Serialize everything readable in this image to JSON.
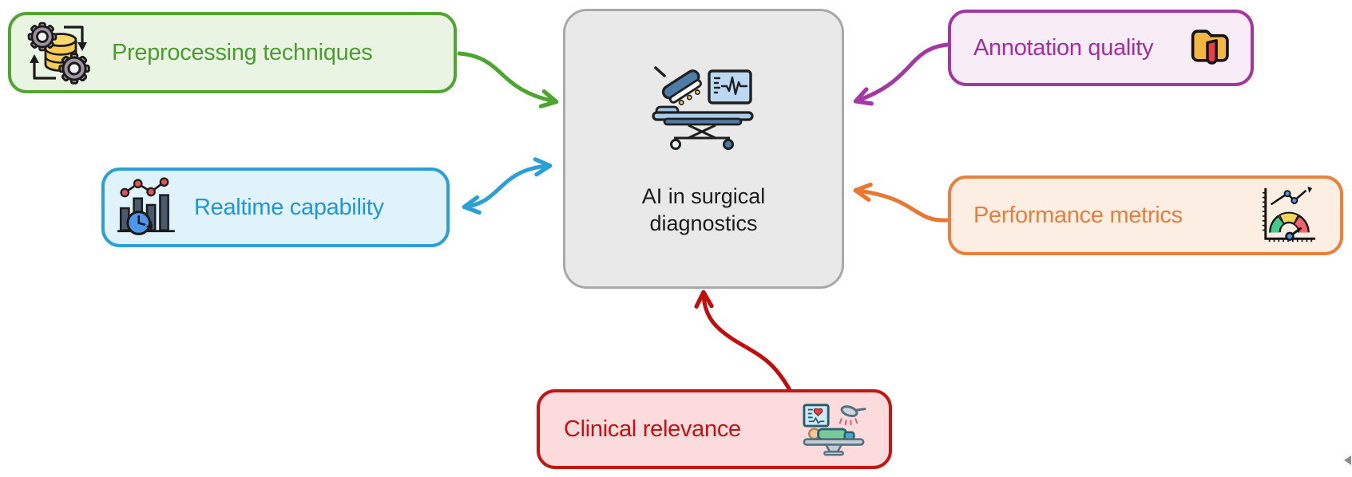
{
  "diagram": {
    "center": {
      "label_line1": "AI in surgical",
      "label_line2": "diagnostics",
      "icon": "surgical-table-monitor-icon",
      "bg": "#e9e9e9",
      "border": "#a8a8a8",
      "text_color": "#1b1b1b"
    },
    "nodes": [
      {
        "label": "Preprocessing techniques",
        "icon": "gears-database-icon",
        "position": "top-left",
        "icon_side": "left",
        "border": "#54a435",
        "bg": "#eaf4e2",
        "text_color": "#4c9c33"
      },
      {
        "label": "Realtime capability",
        "icon": "barchart-clock-icon",
        "position": "middle-left",
        "icon_side": "left",
        "border": "#2b9fd6",
        "bg": "#e0f3fb",
        "text_color": "#2097d5"
      },
      {
        "label": "Annotation quality",
        "icon": "folder-tag-icon",
        "position": "top-right",
        "icon_side": "right",
        "border": "#a337a0",
        "bg": "#f8ecf7",
        "text_color": "#a0309e"
      },
      {
        "label": "Performance metrics",
        "icon": "gauge-chart-icon",
        "position": "middle-right",
        "icon_side": "right",
        "border": "#e8803e",
        "bg": "#fceee3",
        "text_color": "#e87e3b"
      },
      {
        "label": "Clinical relevance",
        "icon": "patient-surgery-icon",
        "position": "bottom-center",
        "icon_side": "right",
        "border": "#c51414",
        "bg": "#fbdbdb",
        "text_color": "#c01313"
      }
    ],
    "edges": [
      {
        "from": "Preprocessing techniques",
        "to": "AI in surgical diagnostics",
        "direction": "one-way",
        "color": "#4ba52f"
      },
      {
        "from": "Realtime capability",
        "to": "AI in surgical diagnostics",
        "direction": "two-way",
        "color": "#2b9fd8"
      },
      {
        "from": "Annotation quality",
        "to": "AI in surgical diagnostics",
        "direction": "one-way",
        "color": "#a337a3"
      },
      {
        "from": "Performance metrics",
        "to": "AI in surgical diagnostics",
        "direction": "one-way",
        "color": "#e87734"
      },
      {
        "from": "Clinical relevance",
        "to": "AI in surgical diagnostics",
        "direction": "one-way",
        "color": "#c00d0d"
      }
    ]
  }
}
